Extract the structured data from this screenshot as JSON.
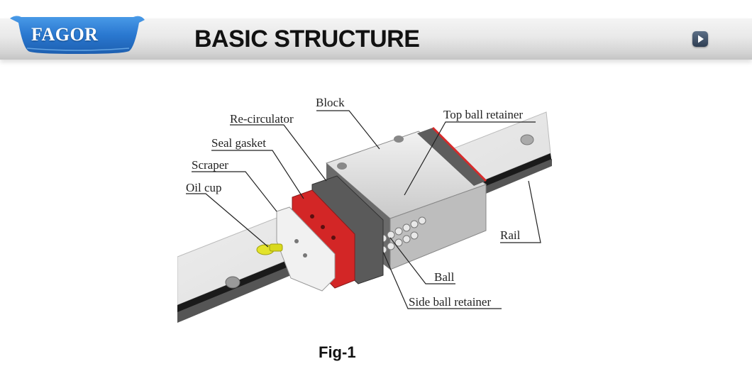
{
  "header": {
    "brand": "FAGOR",
    "title": "BASIC STRUCTURE",
    "next_icon": "play-next-icon",
    "colors": {
      "ribbon": "#2f7fd6",
      "bar": "#e6e6e6",
      "accent_red": "#d62a2a"
    }
  },
  "figure": {
    "callouts": [
      {
        "id": "block",
        "label": "Block"
      },
      {
        "id": "re-circulator",
        "label": "Re-circulator"
      },
      {
        "id": "seal-gasket",
        "label": "Seal gasket"
      },
      {
        "id": "scraper",
        "label": "Scraper"
      },
      {
        "id": "oil-cup",
        "label": "Oil cup"
      },
      {
        "id": "top-ball-retainer",
        "label": "Top ball retainer"
      },
      {
        "id": "rail",
        "label": "Rail"
      },
      {
        "id": "ball",
        "label": "Ball"
      },
      {
        "id": "side-ball-retainer",
        "label": "Side ball retainer"
      }
    ],
    "caption": "Fig-1"
  }
}
